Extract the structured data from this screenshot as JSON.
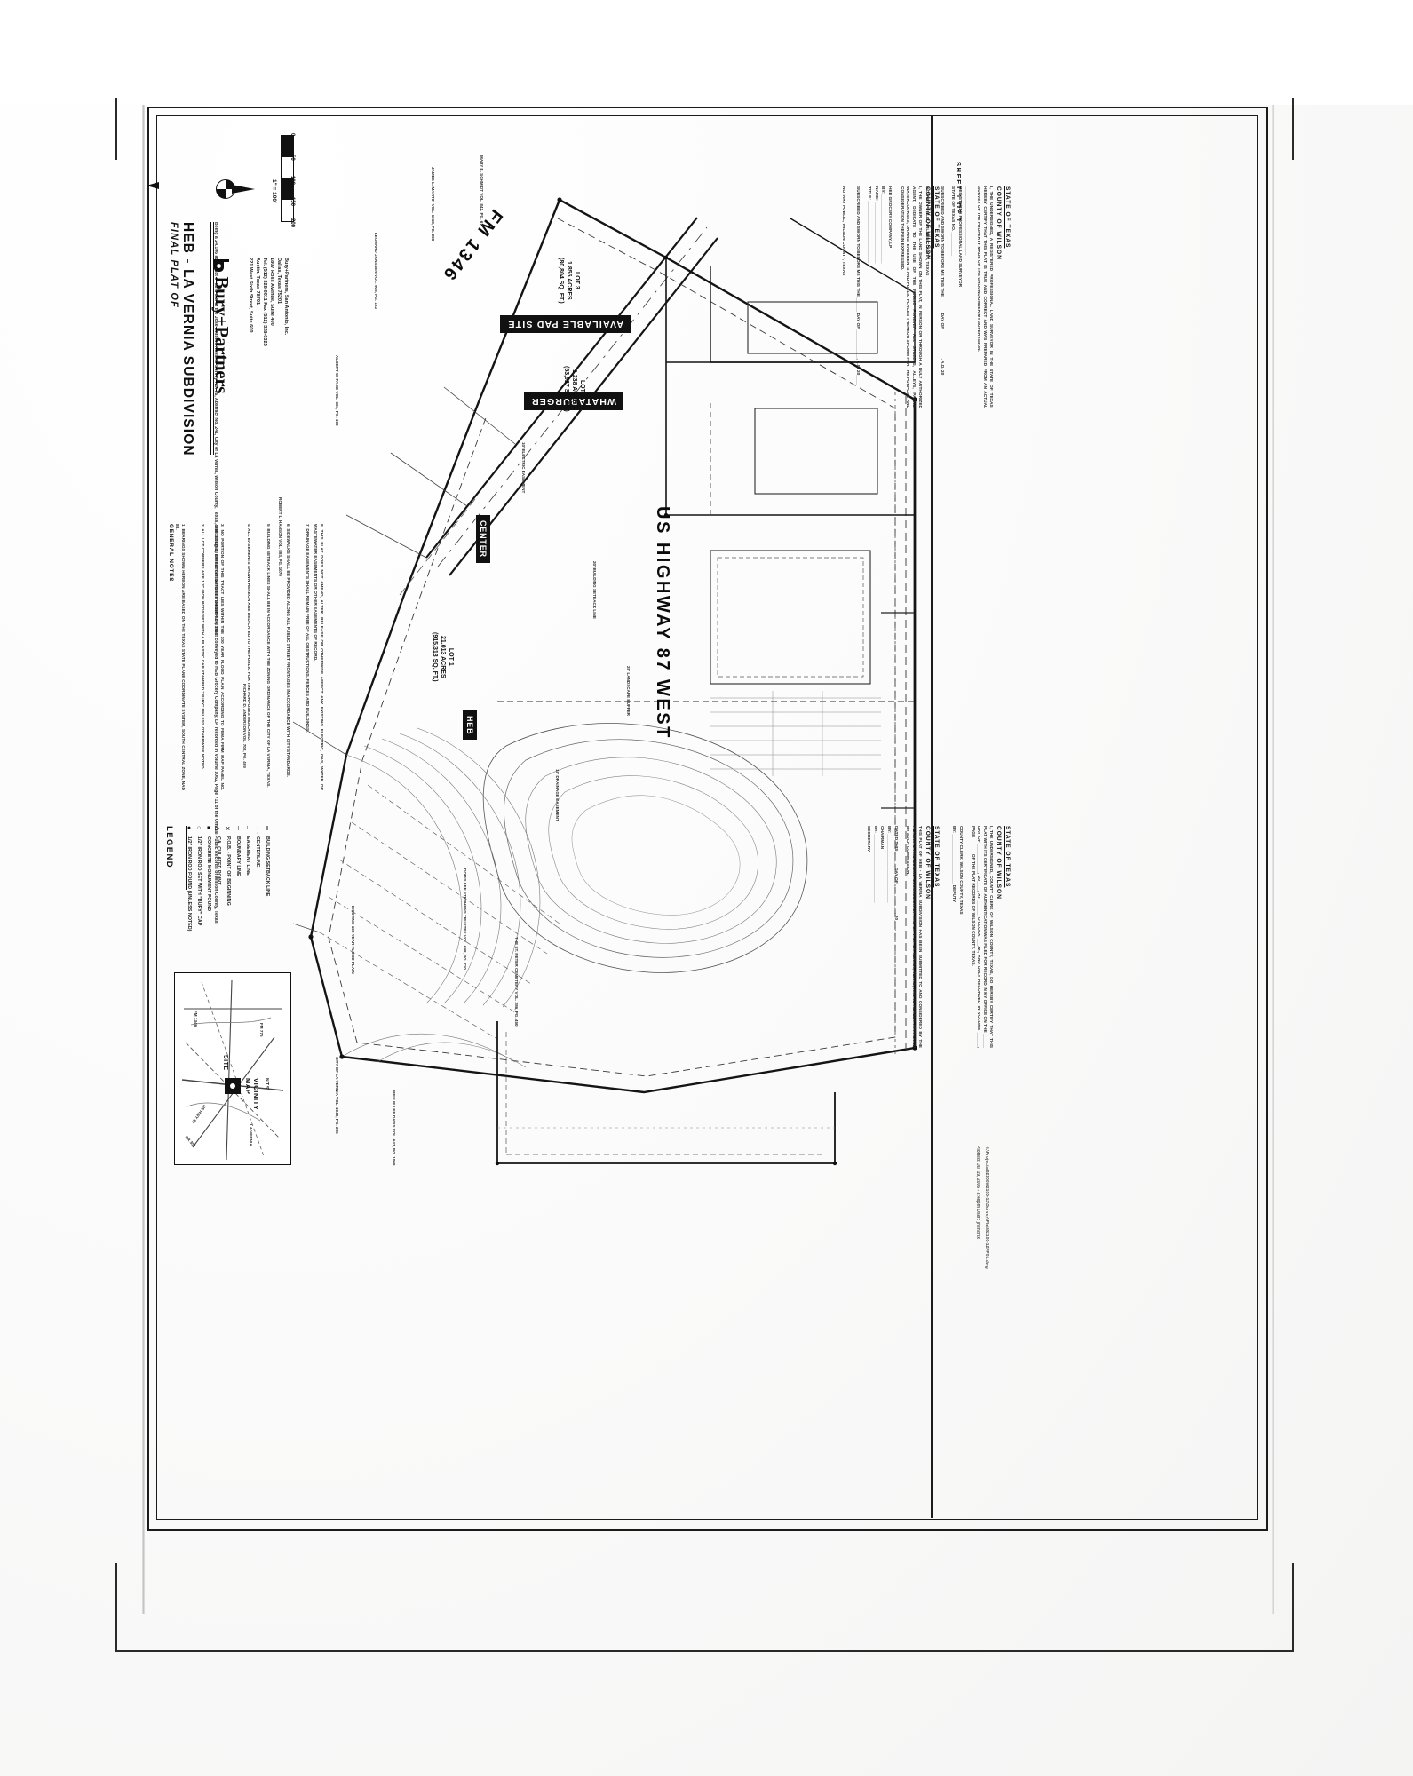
{
  "document": {
    "kind": "survey-plat",
    "sheet_number": "SHEET 1 OF 1",
    "plot_stamp_line1": "Plotted: Jul 19, 2006 - 3:48pm  User: jhendrix",
    "plot_stamp_line2": "H:\\Projects\\82100\\82100-12\\Survey\\Plat\\82100-12FP01.dwg"
  },
  "title_block": {
    "line1": "FINAL PLAT OF",
    "line2": "HEB - LA VERNIA SUBDIVISION",
    "legal_description": "Being a 24.106 acre tract of land out of the Jose Antonio Navarro Survey No. 16, Abstract No. 241, City of La Vernia, Wilson County, Texas, and being all of that certain called 24.106 acre tract conveyed to HEB Grocery Company, LP, recorded in Volume 1062, Page 711 of the Official Public Records of Wilson County, Texas."
  },
  "engineer": {
    "name": "Bury+Partners",
    "mark": "bury-b-mark",
    "address": [
      "221 West Sixth Street, Suite 600",
      "Austin, Texas 78701",
      "Tel. (512) 328-0011  Fax (512) 328-0325",
      "1807 Ross Avenue, Suite 400",
      "Dallas, Texas 75201",
      "Bury+Partners, San Antonio, Inc."
    ]
  },
  "north_arrow": {
    "icon": "north-arrow-icon",
    "label": "N"
  },
  "scale_bar": {
    "caption": "1\" = 100'",
    "ticks": [
      "0",
      "50",
      "100",
      "150",
      "200"
    ],
    "segments": [
      "black",
      "white",
      "black",
      "white"
    ]
  },
  "map": {
    "road_labels": [
      {
        "name": "FM 1346",
        "style": "bold-large"
      },
      {
        "name": "US HIGHWAY 87 WEST",
        "style": "bold-large"
      }
    ],
    "callouts": [
      {
        "label": "AVAILABLE PAD SITE"
      },
      {
        "label": "WHATABURGER"
      },
      {
        "label": "CENTER"
      },
      {
        "label": "HEB"
      }
    ],
    "lots": [
      {
        "name": "LOT 1",
        "area": "21.013 ACRES",
        "note": "(915,318 SQ. FT.)"
      },
      {
        "name": "LOT 2",
        "area": "1.238 ACRES",
        "note": "(53,927 SQ. FT.)"
      },
      {
        "name": "LOT 3",
        "area": "1.855 ACRES",
        "note": "(80,804 SQ. FT.)"
      }
    ],
    "annotations": [
      "JAMES L. MARTIN\nVOL. 1018, PG. 208",
      "MARY E. SCHMIDT\nVOL. 842, PG. 67",
      "LEONARD JANSSEN\nVOL. 905, PG. 122",
      "ALBERT W. PAGE\nVOL. 684, PG. 103",
      "ROBERT L. HANSON\nVOL. 893, PG. 1079",
      "RICHARD D. ANDERSON\nVOL. 702, PG. 499",
      "DORIS LEE STEPHENS\nTRUSTEE\nVOL. 698, PG. 710",
      "CITY OF LA VERNIA\nVOL. 1040, PG. 285",
      "NELLIE LEE DAVIS\nVOL. 647, PG. 1008",
      "THE ST. PETER\nCEMETERY\nVOL. 286, PG. 450",
      "20' BUILDING SETBACK LINE",
      "15' DRAINAGE EASEMENT",
      "10' ELECTRIC EASEMENT",
      "25' LANDSCAPE BUFFER",
      "EXISTING 100 YEAR FLOOD PLAIN"
    ]
  },
  "legend": {
    "title": "LEGEND",
    "entries": [
      {
        "symbol": "●",
        "text": "1/2\" IRON ROD FOUND (UNLESS NOTED)"
      },
      {
        "symbol": "○",
        "text": "1/2\" IRON ROD SET WITH \"BURY\" CAP"
      },
      {
        "symbol": "■",
        "text": "CONCRETE MONUMENT FOUND"
      },
      {
        "symbol": "△",
        "text": "CALCULATED POINT"
      },
      {
        "symbol": "✕",
        "text": "P.O.B. - POINT OF BEGINNING"
      },
      {
        "symbol": "─",
        "text": "BOUNDARY LINE"
      },
      {
        "symbol": "┄",
        "text": "EASEMENT LINE"
      },
      {
        "symbol": "─ · ─",
        "text": "CENTERLINE"
      },
      {
        "symbol": "═",
        "text": "BUILDING SETBACK LINE"
      }
    ]
  },
  "general_notes": {
    "heading": "GENERAL NOTES:",
    "items": [
      "1.  BEARINGS SHOWN HEREON ARE BASED ON THE TEXAS STATE PLANE COORDINATE SYSTEM, SOUTH CENTRAL ZONE, NAD 83.",
      "2.  ALL LOT CORNERS ARE 1/2\" IRON RODS SET WITH A PLASTIC CAP STAMPED \"BURY\" UNLESS OTHERWISE NOTED.",
      "3.  NO PORTION OF THIS TRACT LIES WITHIN THE 100 YEAR FLOOD PLAIN ACCORDING TO FEMA FIRM MAP PANEL NO. 48493C0125C, EFFECTIVE DATE SEPTEMBER 29, 1986.",
      "4.  ALL EASEMENTS SHOWN HEREON ARE DEDICATED TO THE PUBLIC FOR THE PURPOSES INDICATED.",
      "5.  BUILDING SETBACK LINES SHALL BE IN ACCORDANCE WITH THE ZONING ORDINANCE OF THE CITY OF LA VERNIA, TEXAS.",
      "6.  SIDEWALKS SHALL BE PROVIDED ALONG ALL PUBLIC STREET FRONTAGES IN ACCORDANCE WITH CITY STANDARDS.",
      "7.  DRAINAGE EASEMENTS SHALL REMAIN FREE OF ALL OBSTRUCTIONS, FENCES AND BUILDINGS.",
      "8.  THIS PLAT DOES NOT AMEND, ALTER, RELEASE OR OTHERWISE AFFECT ANY EXISTING ELECTRIC, GAS, WATER OR WASTEWATER EASEMENTS OR OTHER EASEMENTS OF RECORD."
    ]
  },
  "vicinity_map": {
    "title": "VICINITY MAP",
    "subtitle": "N.T.S.",
    "site_label": "SITE",
    "roads": [
      "FM 1346",
      "US HWY 87",
      "FM 775",
      "CR 351",
      "LA VERNIA"
    ]
  },
  "certificates": [
    {
      "heading": "STATE OF TEXAS",
      "subheading": "COUNTY OF WILSON",
      "body": "I, THE OWNER OF THE LAND SHOWN ON THIS PLAT, IN PERSON OR THROUGH A DULY AUTHORIZED AGENT, DEDICATE TO THE USE OF THE PUBLIC FOREVER ALL STREETS, ALLEYS, PARKS, WATERCOURSES, DRAINS, EASEMENTS AND PUBLIC PLACES THEREON SHOWN FOR THE PURPOSE AND CONSIDERATION THEREIN EXPRESSED.",
      "signature_lines": [
        "HEB GROCERY COMPANY, LP",
        "BY: _____________________________",
        "NAME: __________________________",
        "TITLE: __________________________"
      ],
      "notary": "SUBSCRIBED AND SWORN TO BEFORE ME THIS THE ______ DAY OF ____________, A.D. 20____.",
      "notary_line": "NOTARY PUBLIC, WILSON COUNTY, TEXAS"
    },
    {
      "heading": "STATE OF TEXAS",
      "subheading": "COUNTY OF WILSON",
      "body": "I, THE UNDERSIGNED, A REGISTERED PROFESSIONAL LAND SURVEYOR IN THE STATE OF TEXAS, HEREBY CERTIFY THAT THIS PLAT IS TRUE AND CORRECT AND WAS PREPARED FROM AN ACTUAL SURVEY OF THE PROPERTY MADE ON THE GROUND UNDER MY SUPERVISION.",
      "signature_lines": [
        "_____________________________",
        "REGISTERED PROFESSIONAL LAND SURVEYOR",
        "STATE OF TEXAS NO. __________"
      ],
      "notary": "SUBSCRIBED AND SWORN TO BEFORE ME THIS THE ______ DAY OF ____________, A.D. 20____.",
      "notary_line": "NOTARY PUBLIC, WILSON COUNTY, TEXAS"
    },
    {
      "heading": "STATE OF TEXAS",
      "subheading": "COUNTY OF WILSON",
      "body": "THIS PLAT OF HEB - LA VERNIA SUBDIVISION HAS BEEN SUBMITTED TO AND CONSIDERED BY THE PLANNING AND ZONING COMMISSION OF THE CITY OF LA VERNIA, TEXAS, AND IS HEREBY APPROVED BY SUCH COMMISSION.",
      "signature_lines": [
        "DATED THIS ______ DAY OF ____________, 20____.",
        "BY: _____________________________",
        "CHAIRMAN",
        "BY: _____________________________",
        "SECRETARY"
      ],
      "notary": "",
      "notary_line": ""
    },
    {
      "heading": "STATE OF TEXAS",
      "subheading": "COUNTY OF WILSON",
      "body": "I, THE UNDERSIGNED, COUNTY CLERK OF WILSON COUNTY, TEXAS, DO HEREBY CERTIFY THAT THIS PLAT WITH ITS CERTIFICATE OF AUTHENTICATION WAS FILED FOR RECORD IN MY OFFICE ON THE ______ DAY OF ____________, 20____, AT ______ O'CLOCK ___.M., AND DULY RECORDED IN VOLUME ______, PAGE ______ OF THE PLAT RECORDS OF WILSON COUNTY, TEXAS.",
      "signature_lines": [
        "COUNTY CLERK, WILSON COUNTY, TEXAS",
        "BY: _____________________  DEPUTY"
      ],
      "notary": "",
      "notary_line": ""
    }
  ]
}
